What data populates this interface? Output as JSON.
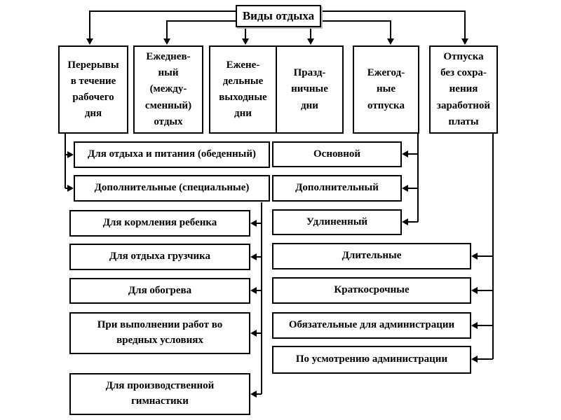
{
  "root": {
    "label": "Виды отдыха"
  },
  "categories": [
    {
      "label": "Перерывы\nв течение\nрабочего\nдня"
    },
    {
      "label": "Ежеднев-\nный\n(между-\nсменный)\nотдых"
    },
    {
      "label": "Ежене-\nдельные\nвыходные\nдни"
    },
    {
      "label": "Празд-\nничные\nдни"
    },
    {
      "label": "Ежегод-\nные\nотпуска"
    },
    {
      "label": "Отпуска\nбез сохра-\nнения\nзаработной\nплаты"
    }
  ],
  "work_day_breaks": [
    {
      "label": "Для отдыха и питания (обеденный)"
    },
    {
      "label": "Дополнительные (специальные)"
    }
  ],
  "special_breaks": [
    {
      "label": "Для кормления ребенка"
    },
    {
      "label": "Для отдыха грузчика"
    },
    {
      "label": "Для обогрева"
    },
    {
      "label": "При выполнении работ во\nвредных условиях"
    },
    {
      "label": "Для производственной\nгимнастики"
    }
  ],
  "annual_leave_types": [
    {
      "label": "Основной"
    },
    {
      "label": "Дополнительный"
    },
    {
      "label": "Удлиненный"
    }
  ],
  "unpaid_leave_types": [
    {
      "label": "Длительные"
    },
    {
      "label": "Краткосрочные"
    },
    {
      "label": "Обязательные для администрации"
    },
    {
      "label": "По усмотрению администрации"
    }
  ],
  "colors": {
    "line": "#000000",
    "box_border": "#000000",
    "background": "#ffffff",
    "text": "#000000"
  }
}
